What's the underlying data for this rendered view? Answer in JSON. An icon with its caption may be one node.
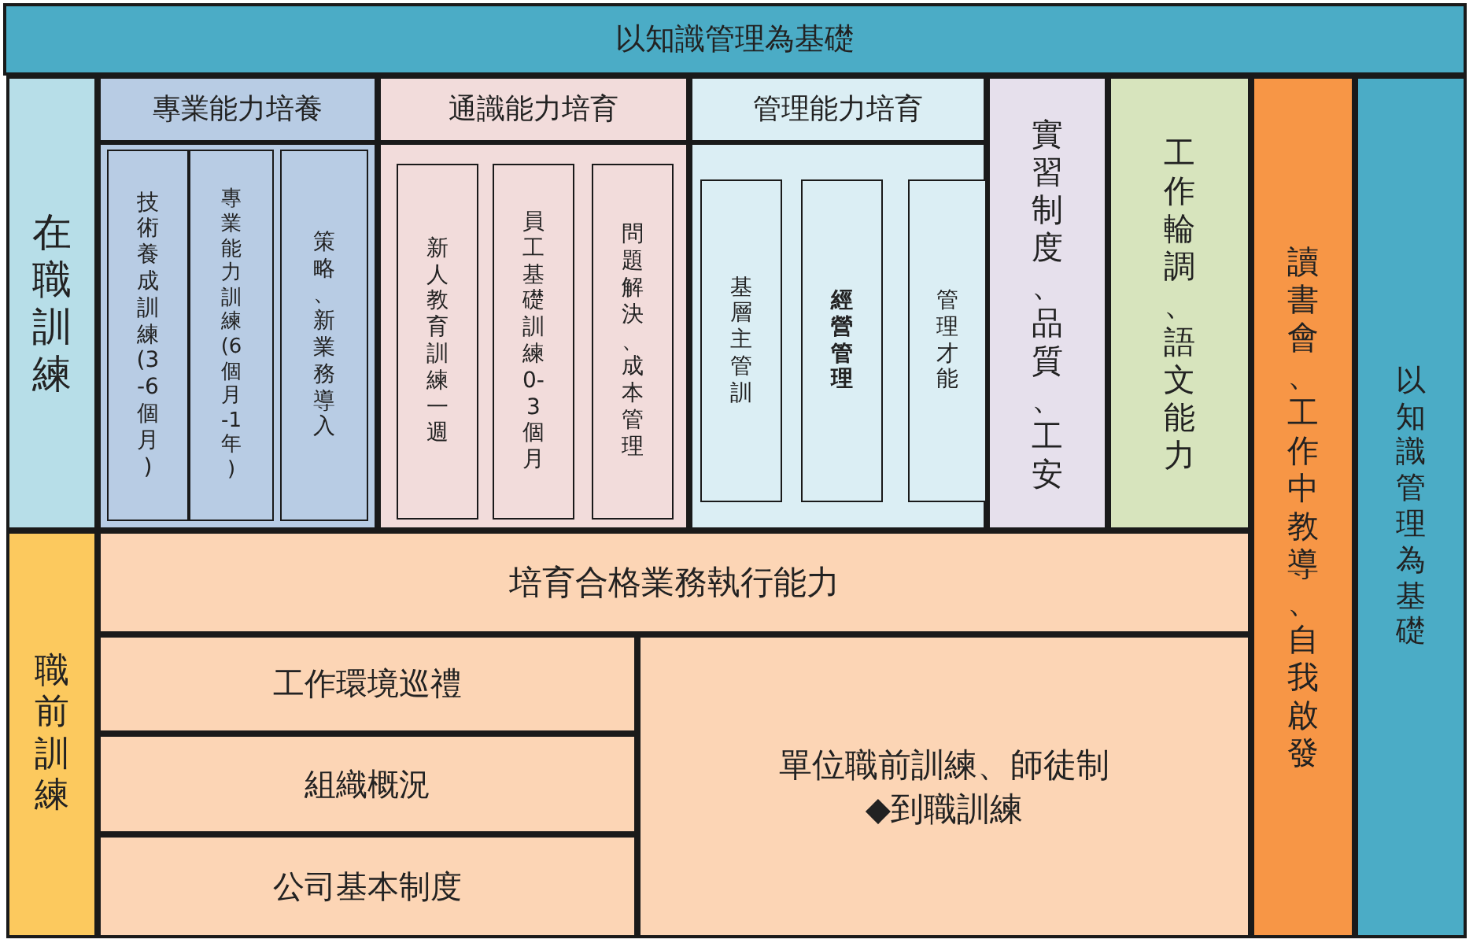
{
  "diagram": {
    "nodes": [
      {
        "text": [
          "以知識管理為基礎"
        ]
      },
      {
        "text": [
          "在職訓練"
        ]
      },
      {
        "text": [
          "專業能力培養"
        ]
      },
      {
        "text": [
          "技術養成訓練(3-6個月)"
        ],
        "in": 2
      },
      {
        "text": [
          "專業能力訓練(6個月-1年)"
        ],
        "in": 2
      },
      {
        "text": [
          "策略、新業務導入"
        ],
        "in": 2
      },
      {
        "text": [
          "通識能力培育"
        ]
      },
      {
        "text": [
          "新人教育訓練一週"
        ],
        "in": 6
      },
      {
        "text": [
          "員工基礎訓練0-3個月"
        ],
        "in": 6
      },
      {
        "text": [
          "問題解決、成本管理"
        ],
        "in": 6
      },
      {
        "text": [
          "管理能力培育"
        ]
      },
      {
        "text": [
          "基層主管訓"
        ],
        "in": 10
      },
      {
        "text": [
          "經營管理"
        ],
        "in": 10
      },
      {
        "text": [
          "管理才能"
        ],
        "in": 10
      },
      {
        "text": [
          "實習制度、品質、工安"
        ]
      },
      {
        "text": [
          "工作輪調、語文能力"
        ]
      },
      {
        "text": [
          "讀書會、工作中教導、自我啟發"
        ]
      },
      {
        "text": [
          "以知識管理為基礎"
        ]
      },
      {
        "text": [
          "職前訓練"
        ]
      },
      {
        "text": [
          "培育合格業務執行能力"
        ]
      },
      {
        "text": [
          "工作環境巡禮"
        ]
      },
      {
        "text": [
          "組織概況"
        ]
      },
      {
        "text": [
          "公司基本制度"
        ]
      },
      {
        "text": [
          "單位職前訓練、師徒制",
          "◆到職訓練"
        ]
      }
    ]
  }
}
